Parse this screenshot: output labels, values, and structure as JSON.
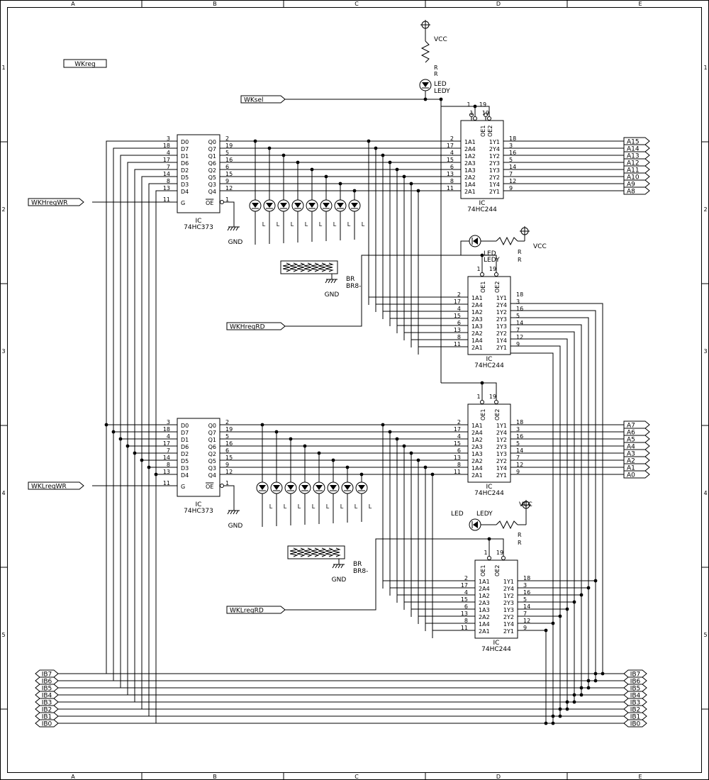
{
  "border": {
    "columns": [
      "A",
      "B",
      "C",
      "D",
      "E"
    ],
    "rows": [
      "1",
      "2",
      "3",
      "4",
      "5"
    ]
  },
  "labels": {
    "wkreg": "WKreg",
    "wksel": "WKsel",
    "wkhregwr": "WKHregWR",
    "wkhregrd": "WKHregRD",
    "wklregwr": "WKLregWR",
    "wklregrd": "WKLregRD",
    "vcc": "VCC",
    "gnd": "GND",
    "r": "R",
    "led": "LED",
    "ledy": "LEDY",
    "l": "L",
    "ic": "IC",
    "br": "BR",
    "br8": "BR8-"
  },
  "latch": {
    "part": "74HC373",
    "inputs": [
      {
        "pin": "3",
        "name": "D0",
        "out": "Q0",
        "opin": "2"
      },
      {
        "pin": "18",
        "name": "D7",
        "out": "Q7",
        "opin": "19"
      },
      {
        "pin": "4",
        "name": "D1",
        "out": "Q1",
        "opin": "5"
      },
      {
        "pin": "17",
        "name": "D6",
        "out": "Q6",
        "opin": "16"
      },
      {
        "pin": "7",
        "name": "D2",
        "out": "Q2",
        "opin": "6"
      },
      {
        "pin": "14",
        "name": "D5",
        "out": "Q5",
        "opin": "15"
      },
      {
        "pin": "8",
        "name": "D3",
        "out": "Q3",
        "opin": "9"
      },
      {
        "pin": "13",
        "name": "D4",
        "out": "Q4",
        "opin": "12"
      }
    ],
    "g": {
      "pin": "11",
      "name": "G"
    },
    "oe": {
      "pin": "1",
      "name": "OE"
    }
  },
  "buffer": {
    "part": "74HC244",
    "rows": [
      {
        "lp": "2",
        "ln": "1A1",
        "rn": "1Y1",
        "rp": "18"
      },
      {
        "lp": "17",
        "ln": "2A4",
        "rn": "2Y4",
        "rp": "3"
      },
      {
        "lp": "4",
        "ln": "1A2",
        "rn": "1Y2",
        "rp": "16"
      },
      {
        "lp": "15",
        "ln": "2A3",
        "rn": "2Y3",
        "rp": "5"
      },
      {
        "lp": "6",
        "ln": "1A3",
        "rn": "1Y3",
        "rp": "14"
      },
      {
        "lp": "13",
        "ln": "2A2",
        "rn": "2Y2",
        "rp": "7"
      },
      {
        "lp": "8",
        "ln": "1A4",
        "rn": "1Y4",
        "rp": "12"
      },
      {
        "lp": "11",
        "ln": "2A1",
        "rn": "2Y1",
        "rp": "9"
      }
    ],
    "oe1": {
      "pin": "1",
      "name": "OE1"
    },
    "oe2": {
      "pin": "19",
      "name": "OE2"
    }
  },
  "addr_high": [
    "A15",
    "A14",
    "A13",
    "A12",
    "A11",
    "A10",
    "A9",
    "A8"
  ],
  "addr_low": [
    "A7",
    "A6",
    "A5",
    "A4",
    "A3",
    "A2",
    "A1",
    "A0"
  ],
  "ibus": [
    "IB7",
    "IB6",
    "IB5",
    "IB4",
    "IB3",
    "IB2",
    "IB1",
    "IB0"
  ]
}
